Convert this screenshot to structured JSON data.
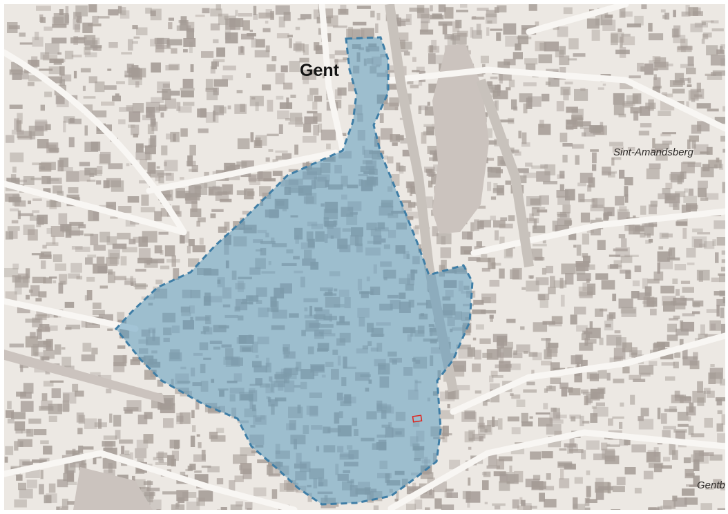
{
  "map": {
    "colors": {
      "background": "#ece8e3",
      "block": "#a49b95",
      "road": "#f8f6f3",
      "railway": "#c8c2bc",
      "water": "#cbc3be",
      "zone_fill": "#5c9bbd",
      "zone_stroke": "#3f7ea6",
      "marker": "#e0241d"
    },
    "labels": {
      "city": "Gent",
      "district_north_east": "Sint-Amandsberg",
      "district_south_east": "Gentb"
    }
  }
}
